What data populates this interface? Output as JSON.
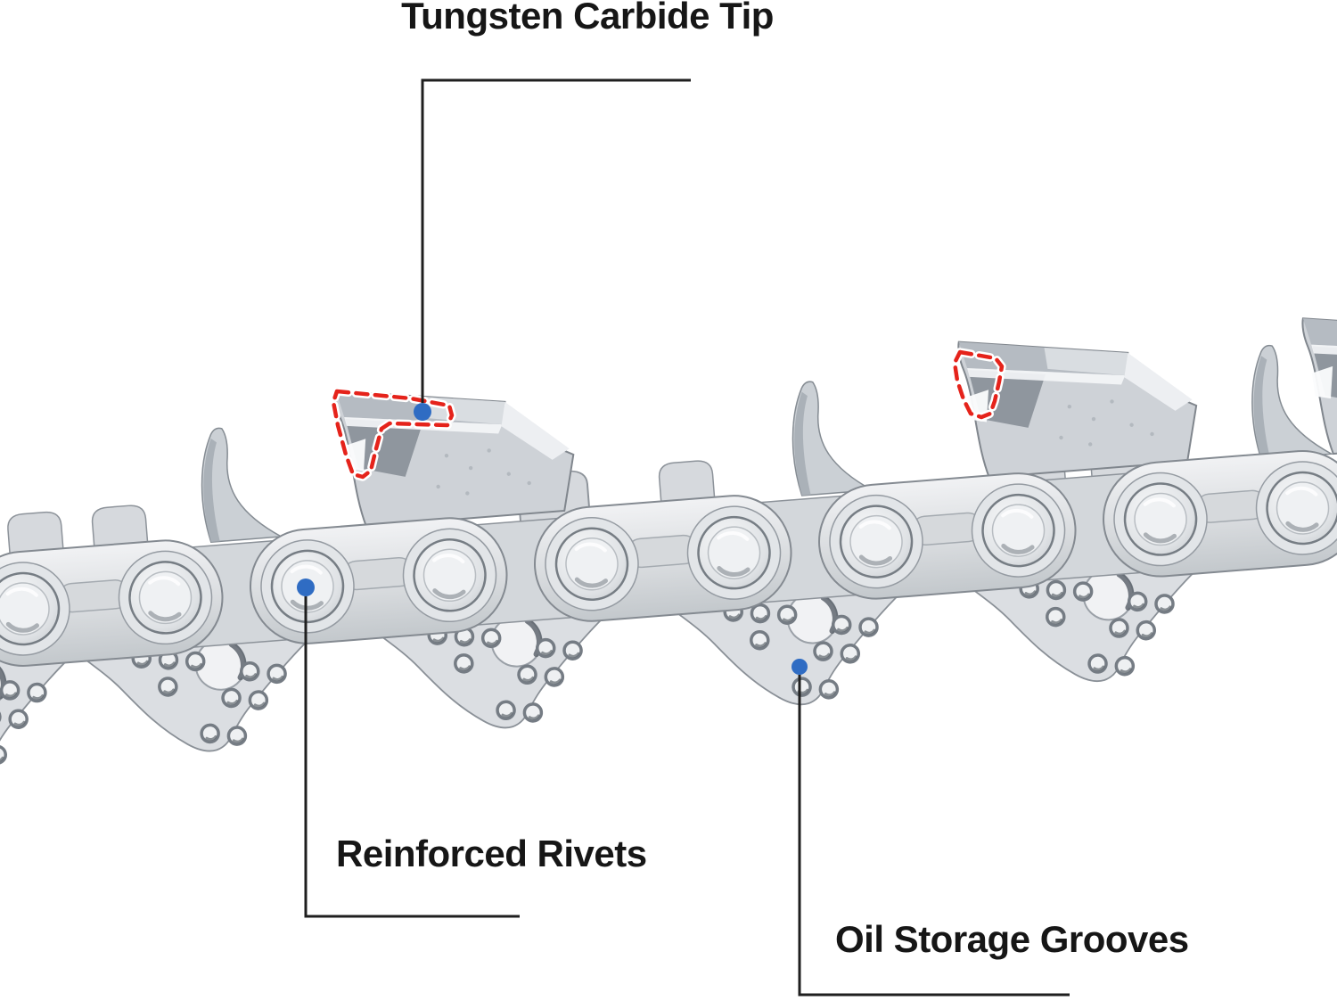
{
  "figure": {
    "subject": "chainsaw-chain-segment",
    "description": "Annotated grayscale photo-style diagram of a carbide-tipped chainsaw chain"
  },
  "annotations": {
    "tungsten_carbide_tip": {
      "label": "Tungsten Carbide Tip"
    },
    "reinforced_rivets": {
      "label": "Reinforced Rivets"
    },
    "oil_storage_grooves": {
      "label": "Oil Storage Grooves"
    }
  },
  "colors": {
    "marker_blue": "#2f6cc3",
    "highlight_red": "#e5231b",
    "leader_line": "#1f1f1f",
    "label_text": "#161616",
    "metal_light": "#eff1f3",
    "metal_mid": "#d3d7db",
    "metal_dark": "#9aa1a8",
    "metal_outline": "#81878e"
  }
}
